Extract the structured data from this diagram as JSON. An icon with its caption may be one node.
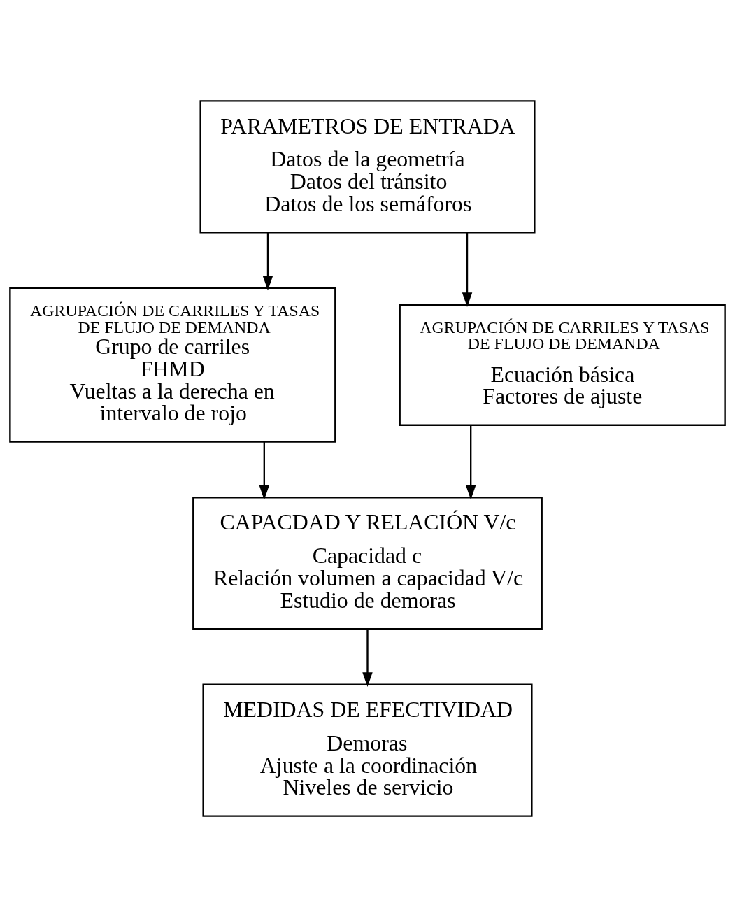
{
  "diagram": {
    "nodes": [
      {
        "text": [
          "PARAMETROS DE ENTRADA",
          "Datos de la geometría",
          "Datos del tránsito",
          "Datos de los semáforos"
        ]
      },
      {
        "text": [
          "AGRUPACIÓN DE CARRILES Y TASAS DE FLUJO DE DEMANDA",
          "Grupo de carriles",
          "FHMD",
          "Vueltas a la derecha en intervalo de rojo"
        ]
      },
      {
        "text": [
          "AGRUPACIÓN DE CARRILES Y TASAS DE FLUJO DE DEMANDA",
          "Ecuación básica",
          "Factores de ajuste"
        ]
      },
      {
        "text": [
          "CAPACDAD Y RELACIÓN V/c",
          "Capacidad c",
          "Relación volumen a capacidad V/c",
          "Estudio de demoras"
        ]
      },
      {
        "text": [
          "MEDIDAS DE EFECTIVIDAD",
          "Demoras",
          "Ajuste a la coordinación",
          "Niveles de servicio"
        ]
      }
    ],
    "edges": [
      {
        "from": 0,
        "to": 1,
        "arrow": "to"
      },
      {
        "from": 0,
        "to": 2,
        "arrow": "to"
      },
      {
        "from": 1,
        "to": 3,
        "arrow": "to"
      },
      {
        "from": 2,
        "to": 3,
        "arrow": "to"
      },
      {
        "from": 3,
        "to": 4,
        "arrow": "to"
      }
    ]
  }
}
